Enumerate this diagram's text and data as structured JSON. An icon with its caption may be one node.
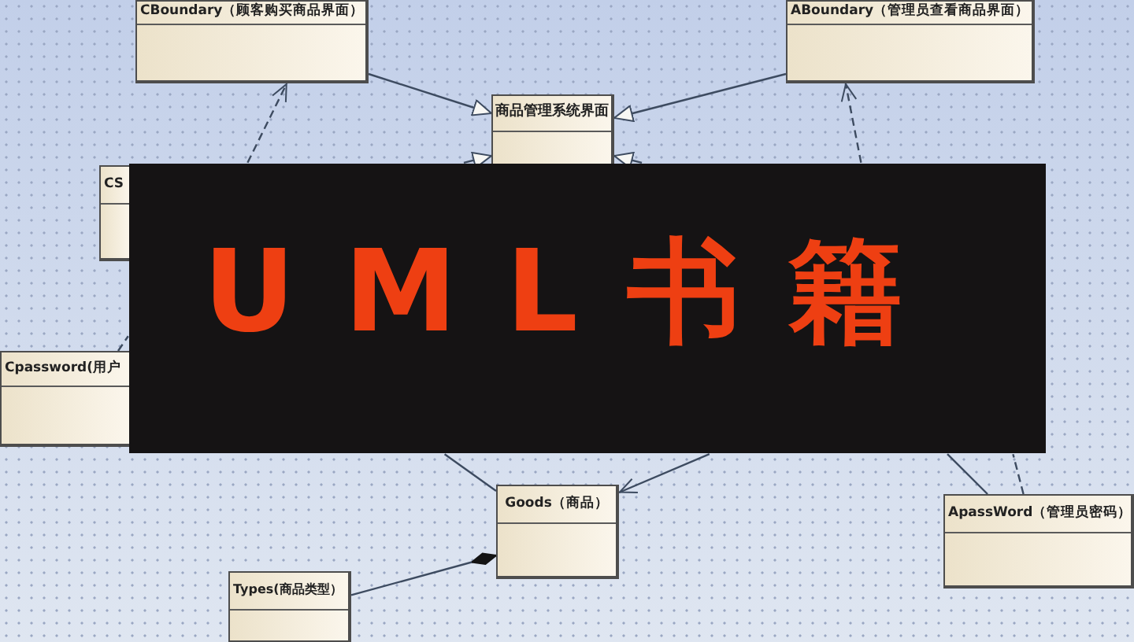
{
  "diagram": {
    "title": "UML书籍",
    "nodes": [
      {
        "text": [
          "CBoundary（顾客购买商品界面）"
        ]
      },
      {
        "text": [
          "ABoundary（管理员查看商品界面）"
        ]
      },
      {
        "text": [
          "商品管理系统界面"
        ]
      },
      {
        "text": [
          "CS"
        ]
      },
      {
        "text": [
          "Cpassword(用户"
        ]
      },
      {
        "text": [
          "Goods（商品）"
        ]
      },
      {
        "text": [
          "ApassWord（管理员密码）"
        ]
      },
      {
        "text": [
          "Types(商品类型）"
        ]
      }
    ],
    "edges": [
      {
        "from": 0,
        "to": 2,
        "arrow": "to"
      },
      {
        "from": 1,
        "to": 2,
        "arrow": "to"
      },
      {
        "from": null,
        "to": 2,
        "arrow": "to"
      },
      {
        "from": null,
        "to": 2,
        "arrow": "to"
      },
      {
        "from": null,
        "to": 0,
        "arrow": "to",
        "style": "dashed"
      },
      {
        "from": null,
        "to": 1,
        "arrow": "to",
        "style": "dashed"
      },
      {
        "from": 4,
        "to": null,
        "arrow": "none",
        "style": "dashed"
      },
      {
        "from": null,
        "to": 5,
        "arrow": "none"
      },
      {
        "from": null,
        "to": 5,
        "arrow": "to"
      },
      {
        "from": 7,
        "to": 5,
        "arrow": "other"
      },
      {
        "from": null,
        "to": 6,
        "arrow": "none"
      },
      {
        "from": 6,
        "to": null,
        "arrow": "none",
        "style": "dashed"
      }
    ]
  }
}
